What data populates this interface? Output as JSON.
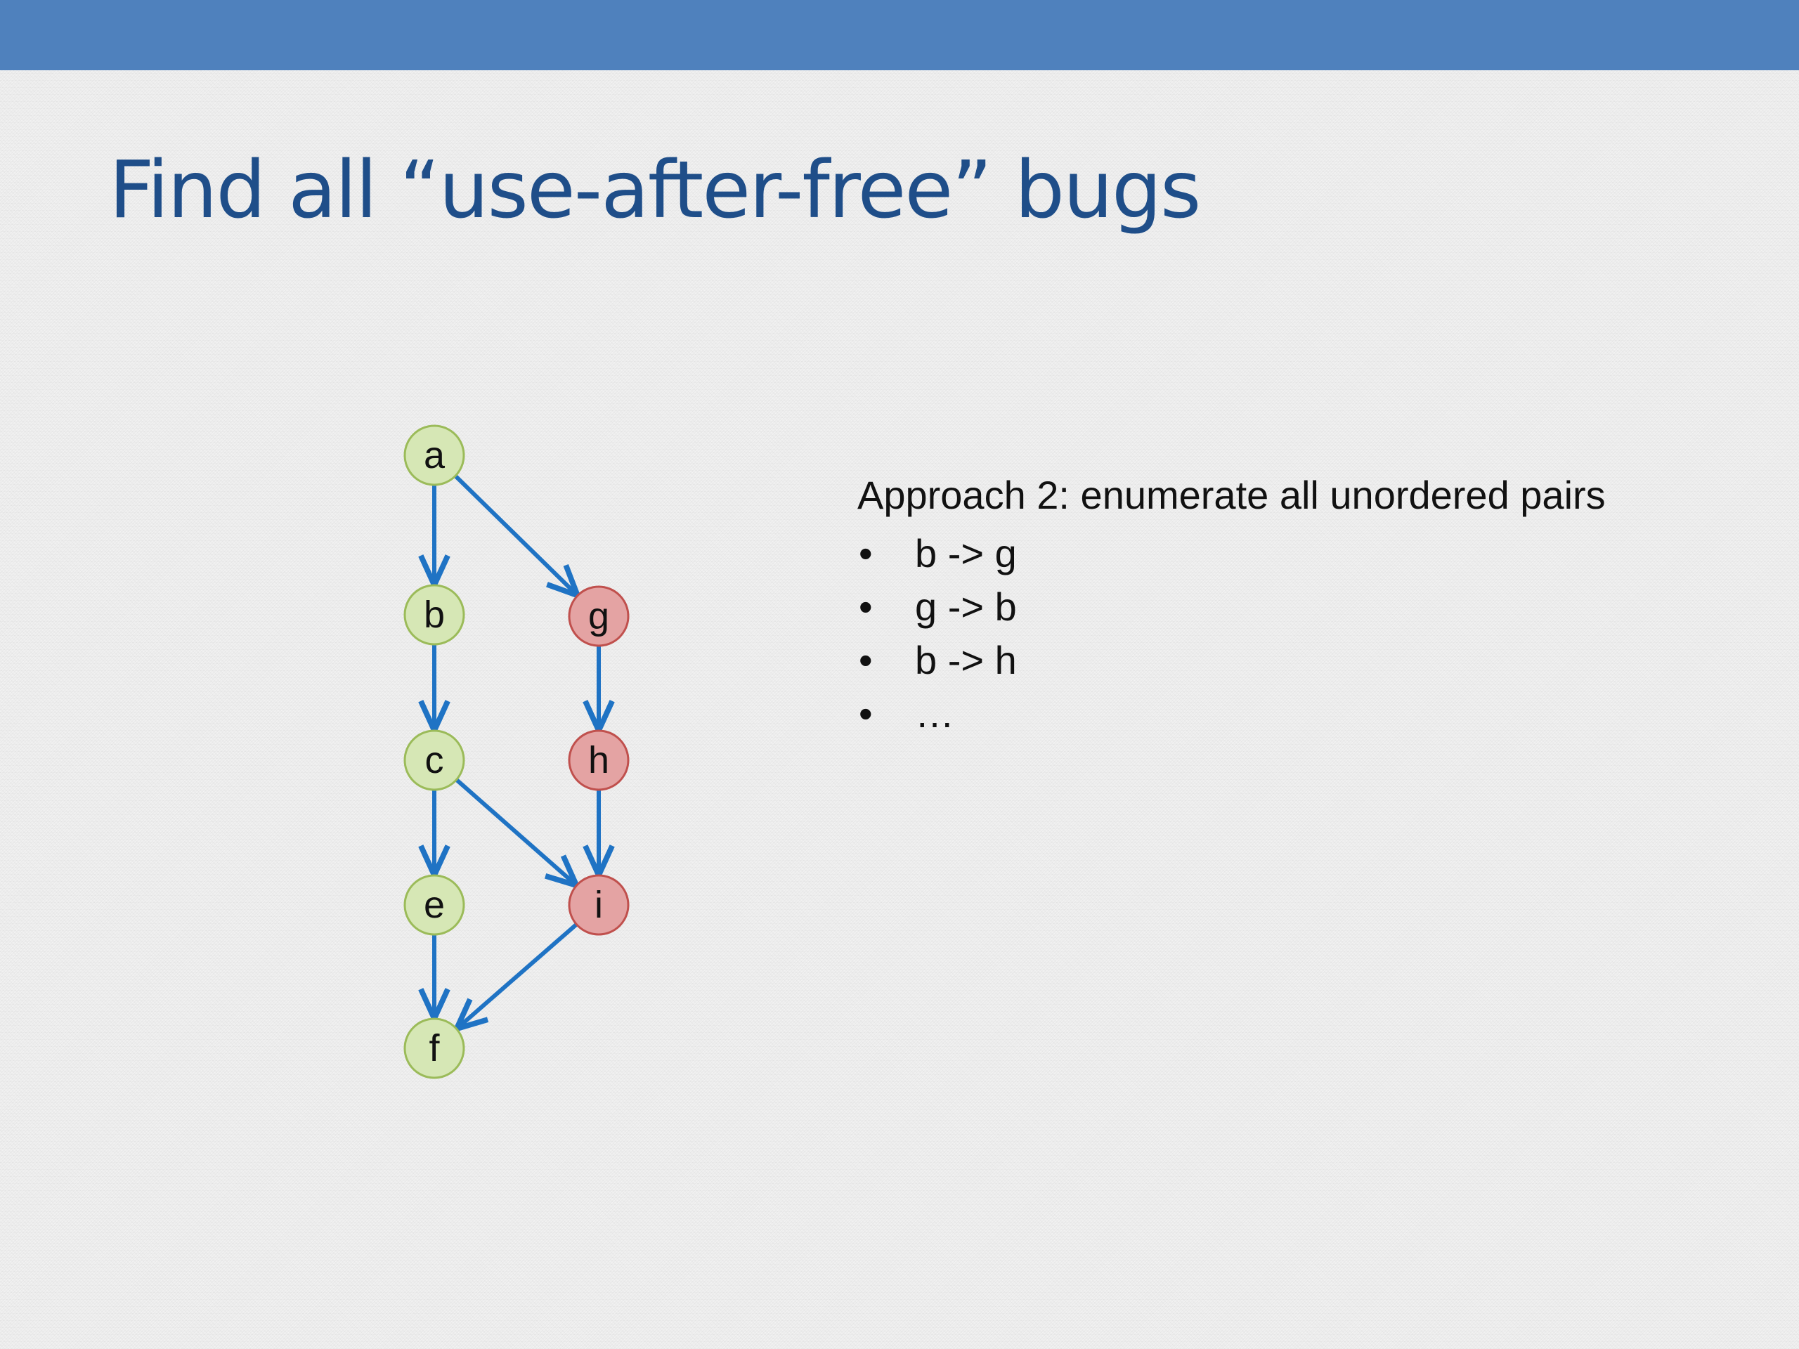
{
  "slide": {
    "title": "Find all “use-after-free” bugs",
    "colors": {
      "header_bar": "#4f81bd",
      "title_text": "#1f4e89",
      "edge": "#1f73c4",
      "node_green_fill": "#d6e7b5",
      "node_green_stroke": "#9bbb59",
      "node_red_fill": "#e4a3a3",
      "node_red_stroke": "#c0504d"
    }
  },
  "graph": {
    "nodes": [
      {
        "id": "a",
        "label": "a",
        "color": "green"
      },
      {
        "id": "b",
        "label": "b",
        "color": "green"
      },
      {
        "id": "c",
        "label": "c",
        "color": "green"
      },
      {
        "id": "e",
        "label": "e",
        "color": "green"
      },
      {
        "id": "f",
        "label": "f",
        "color": "green"
      },
      {
        "id": "g",
        "label": "g",
        "color": "red"
      },
      {
        "id": "h",
        "label": "h",
        "color": "red"
      },
      {
        "id": "i",
        "label": "i",
        "color": "red"
      }
    ],
    "edges": [
      {
        "from": "a",
        "to": "b"
      },
      {
        "from": "a",
        "to": "g"
      },
      {
        "from": "b",
        "to": "c"
      },
      {
        "from": "c",
        "to": "e"
      },
      {
        "from": "c",
        "to": "i"
      },
      {
        "from": "e",
        "to": "f"
      },
      {
        "from": "g",
        "to": "h"
      },
      {
        "from": "h",
        "to": "i"
      },
      {
        "from": "i",
        "to": "f"
      }
    ]
  },
  "content": {
    "heading": "Approach 2: enumerate all unordered pairs",
    "bullet_marker": "•",
    "bullets": [
      "b -> g",
      "g -> b",
      "b -> h",
      "…"
    ]
  }
}
